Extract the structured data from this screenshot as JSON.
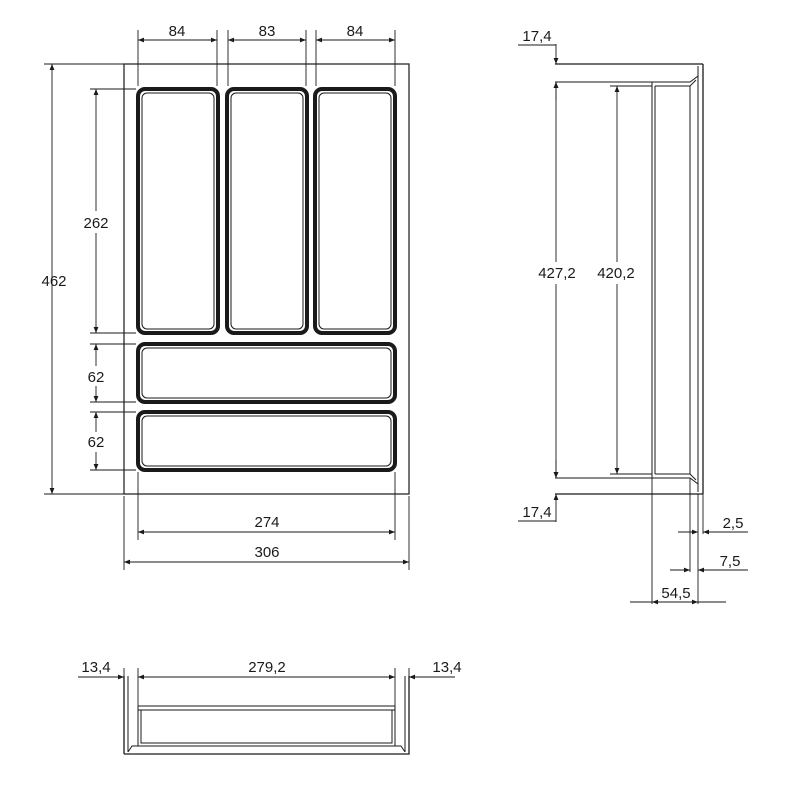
{
  "front_view": {
    "compartment_widths": [
      "84",
      "83",
      "84"
    ],
    "overall_height": "462",
    "long_compartment_height": "262",
    "short_compartment_heights": [
      "62",
      "62"
    ],
    "inner_width": "274",
    "overall_width": "306"
  },
  "side_view": {
    "top_lip": "17,4",
    "bottom_lip": "17,4",
    "outer_height": "427,2",
    "inner_height": "420,2",
    "wall_thickness": "2,5",
    "rim_width": "7,5",
    "depth": "54,5"
  },
  "end_view": {
    "left_margin": "13,4",
    "inner_width": "279,2",
    "right_margin": "13,4"
  }
}
